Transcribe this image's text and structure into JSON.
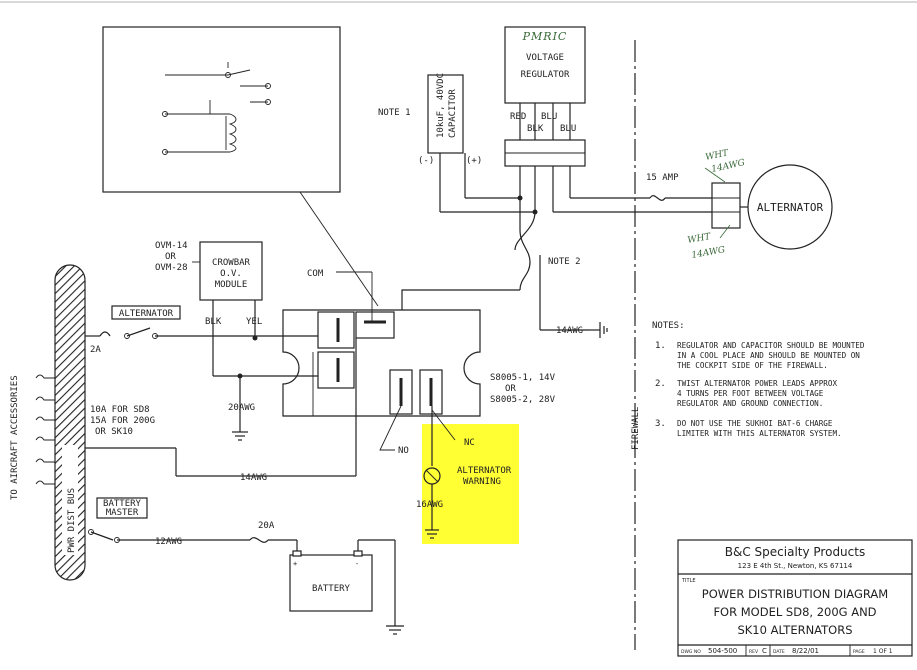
{
  "accent_colors": {
    "highlight": "#ffff33",
    "handwriting": "#3a6a3a",
    "ink": "#222222"
  },
  "regulator": {
    "handwritten_label": "PMRIC",
    "line1": "VOLTAGE",
    "line2": "REGULATOR",
    "wire_red": "RED",
    "wire_blu1": "BLU",
    "wire_blk": "BLK",
    "wire_blu2": "BLU"
  },
  "capacitor": {
    "label1": "10kuF, 40VDC",
    "label2": "CAPACITOR",
    "minus": "(-)",
    "plus": "(+)"
  },
  "notes_refs": {
    "note1": "NOTE 1",
    "note2": "NOTE 2"
  },
  "fuse15": "15 AMP",
  "alternator": "ALTERNATOR",
  "handwritten": {
    "top_line1": "WHT",
    "top_line2": "14AWG",
    "bot_line1": "WHT",
    "bot_line2": "14AWG"
  },
  "ground14": "14AWG",
  "crowbar": {
    "dvm_line1": "OVM-14",
    "dvm_line2": "OR",
    "dvm_line3": "OVM-28",
    "line1": "CROWBAR",
    "line2": "O.V.",
    "line3": "MODULE",
    "blk": "BLK",
    "yel": "YEL"
  },
  "com": "COM",
  "relay": {
    "line1": "S8005-1, 14V",
    "line2": "OR",
    "line3": "S8005-2, 28V",
    "no": "NO",
    "nc": "NC"
  },
  "alt_switch": {
    "label": "ALTERNATOR",
    "amp": "2A"
  },
  "breaker": {
    "line1": "10A FOR SD8",
    "line2": "15A FOR 200G",
    "line3": "OR SK10"
  },
  "awg20": "20AWG",
  "awg14b": "14AWG",
  "warning": {
    "line1": "ALTERNATOR",
    "line2": "WARNING",
    "awg": "16AWG"
  },
  "accessories": "TO AIRCRAFT ACCESSORIES",
  "bus": "PWR DIST BUS",
  "battery_master": {
    "line1": "BATTERY",
    "line2": "MASTER"
  },
  "awg12": "12AWG",
  "fuse20": "20A",
  "battery": "BATTERY",
  "firewall": "FIREWALL",
  "notes": {
    "heading": "NOTES:",
    "n1_num": "1.",
    "n1_l1": "REGULATOR AND CAPACITOR SHOULD BE MOUNTED",
    "n1_l2": "IN A COOL PLACE AND SHOULD BE MOUNTED ON",
    "n1_l3": "THE COCKPIT SIDE OF THE FIREWALL.",
    "n2_num": "2.",
    "n2_l1": "TWIST ALTERNATOR POWER LEADS APPROX",
    "n2_l2": "4 TURNS PER FOOT BETWEEN VOLTAGE",
    "n2_l3": "REGULATOR AND GROUND CONNECTION.",
    "n3_num": "3.",
    "n3_l1": "DO NOT USE THE SUKHOI BAT-6 CHARGE",
    "n3_l2": "LIMITER WITH THIS ALTERNATOR SYSTEM."
  },
  "title_block": {
    "company": "B&C Specialty Products",
    "address": "123 E 4th St., Newton, KS 67114",
    "title_label": "TITLE",
    "title1": "POWER DISTRIBUTION DIAGRAM",
    "title2": "FOR MODEL SD8, 200G AND",
    "title3": "SK10 ALTERNATORS",
    "dwg_label": "DWG NO",
    "dwg": "504-500",
    "rev_label": "REV",
    "rev": "C",
    "date_label": "DATE",
    "date": "8/22/01",
    "page_label": "PAGE",
    "page": "1 OF 1"
  }
}
